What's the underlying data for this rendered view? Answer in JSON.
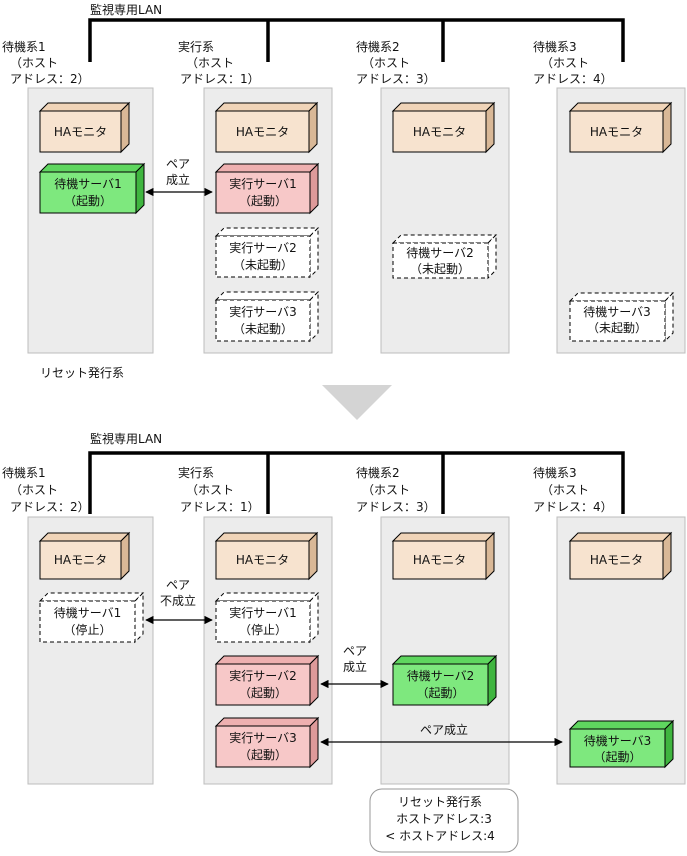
{
  "lan_label": "監視専用LAN",
  "host_labels": {
    "standby1": [
      "待機系1",
      "（ホスト",
      "アドレス：2）"
    ],
    "active": [
      "実行系",
      "（ホスト",
      "アドレス：1）"
    ],
    "standby2": [
      "待機系2",
      "（ホスト",
      "アドレス：3）"
    ],
    "standby3": [
      "待機系3",
      "（ホスト",
      "アドレス：4）"
    ]
  },
  "ha_monitor": "HAモニタ",
  "servers": {
    "standby1": "待機サーバ1",
    "active1": "実行サーバ1",
    "active2": "実行サーバ2",
    "active3": "実行サーバ3",
    "standby2": "待機サーバ2",
    "standby3": "待機サーバ3"
  },
  "states": {
    "started": "（起動）",
    "not_started": "（未起動）",
    "stopped": "（停止）"
  },
  "pair": {
    "formed": [
      "ペア",
      "成立"
    ],
    "not_formed": [
      "ペア",
      "不成立"
    ],
    "formed_inline": "ペア成立"
  },
  "reset_label": "リセット発行系",
  "note_lines": [
    "リセット発行系",
    "ホストアドレス:3",
    "< ホストアドレス:4"
  ],
  "colors": {
    "panel": "#ececec",
    "monitor": "#f7e3cf",
    "active_server": "#f7c8c8",
    "standby_running": "#7ee87e",
    "inactive": "#ffffff"
  }
}
